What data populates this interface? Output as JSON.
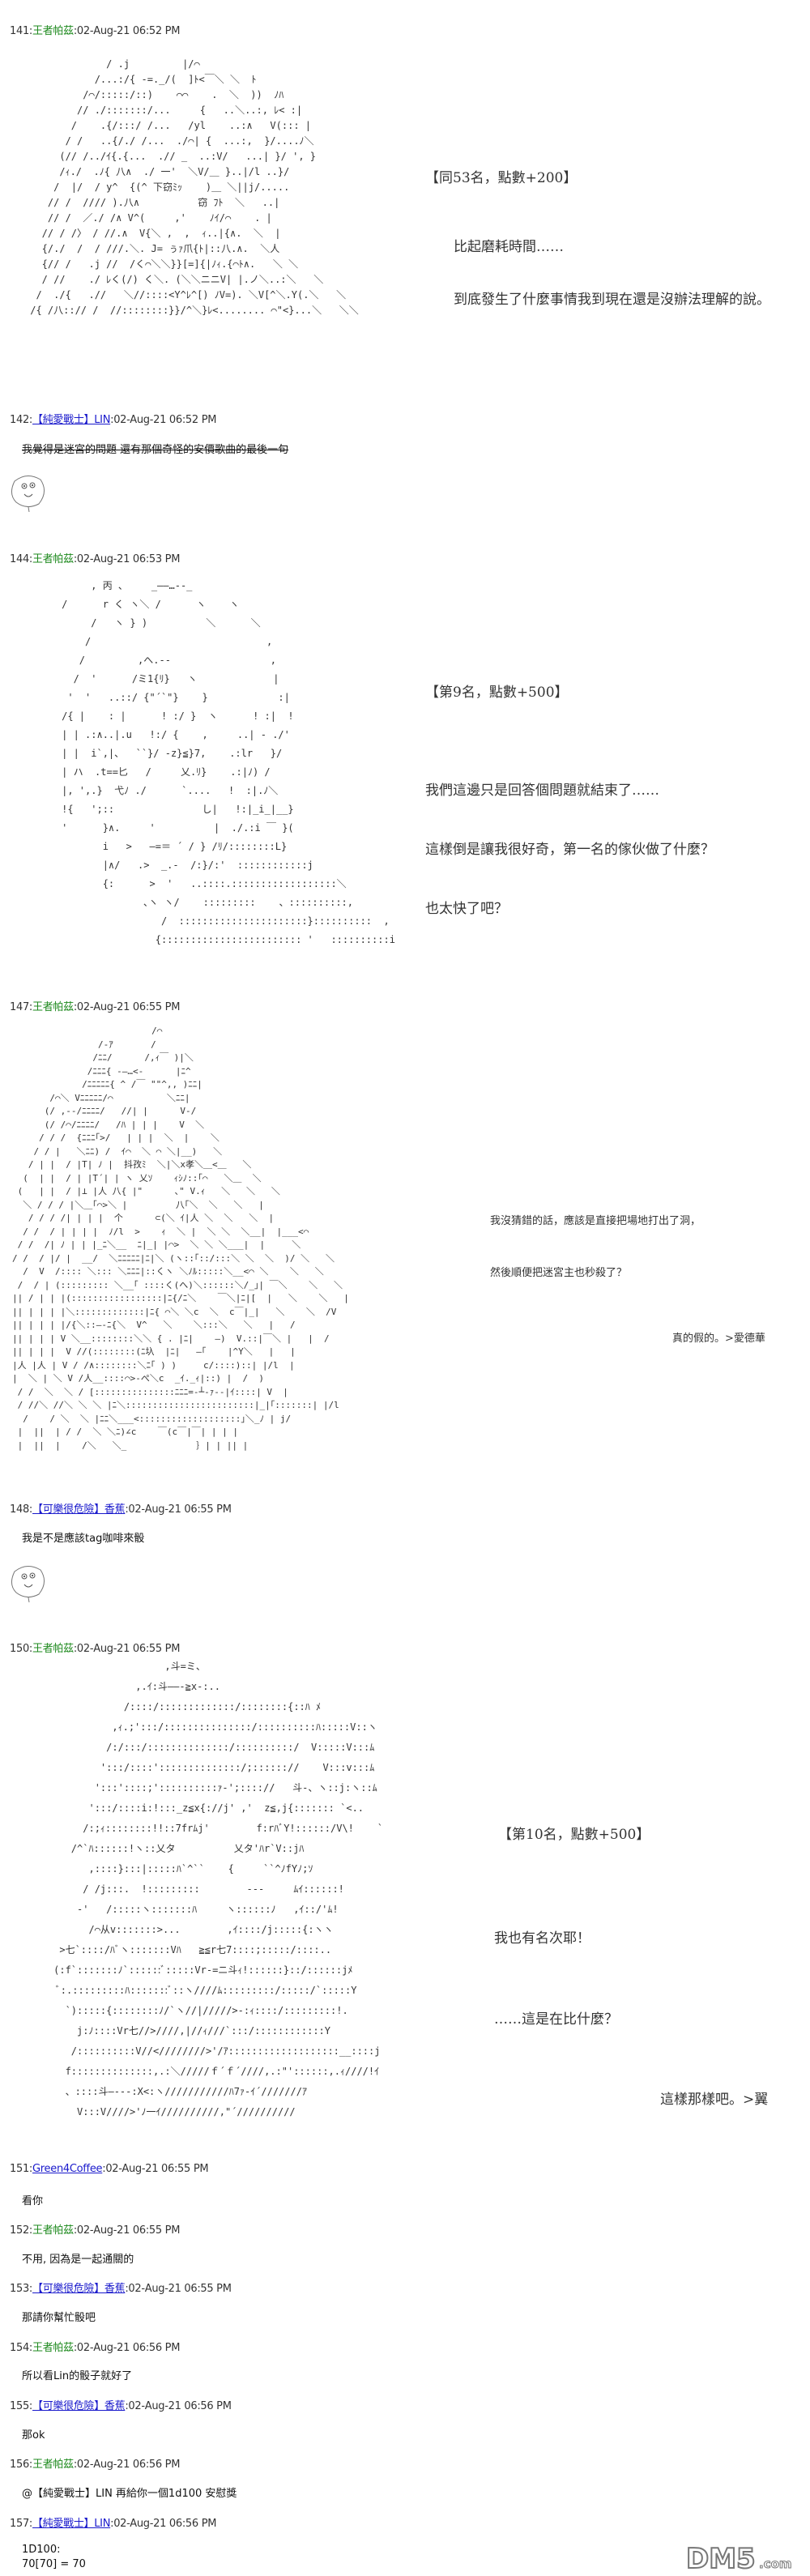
{
  "posts": [
    {
      "num": "141",
      "sep": ":",
      "author": "王者帕茲",
      "author_style": "green",
      "time": ":02-Aug-21 06:52 PM",
      "art": [
        "              / .j         |/⌒",
        "            /...:/{ -=._/(  ]ﾄ<￣＼ ＼  ﾄ",
        "          /⌒/:::::/::)    ⌒⌒    .  ＼  ))  ﾉﾊ",
        "         // ./:::::::/...     {   ..＼..:, ﾚ< :|",
        "        /    .{/:::/ /...   /yl    ..:∧   V(::: |",
        "       / /   ..{/./ /...  ./⌒| {  ...:,  }/....ﾉ＼",
        "      (// /../ｲ{.{...  .// _  ..:V/   ...| }/ ', }",
        "      /ｨ./  .ﾉ{ 八∧  ./ 一'  ＼V/＿ }..|/l ..}/",
        "     /  |/  / y^  {(^ 下窃ﾐｯ    )＿ ＼||j/.....",
        "    // /  //// ).八∧          窃 ﾌﾄ  ＼   ..|",
        "    // /  ／./ /∧ V^(     ,'    ﾉｲ/⌒    . |",
        "   // / /〉 / //.∧  V{＼ ,  ,  ｨ..|{∧.  ＼  |",
        "   {/./  /  / ///.＼. J= ぅｧ爪{ﾄ|::八.∧.  ＼人",
        "   {// /   .j //  /く⌒＼＼}}[=]{|ﾉｨ.{⌒ﾄ∧.   ＼ ＼",
        "   / //    ./ ﾚく(/) く＼. (＼＼ニニV| |.ノ＼..:＼   ＼",
        "  /  ./{   .//   ＼//::::<Y^ﾚ^[) ﾉV=). ＼V[^＼.Y(.＼   ＼",
        " /{ /八::// /  //::::::::}}/^＼}ﾚ<........ ⌒\"<}...＼   ＼＼"
      ],
      "side": [
        "【同53名，點數+200】",
        "比起磨耗時間……",
        "到底發生了什麼事情我到現在還是沒辦法理解的說。"
      ]
    },
    {
      "num": "142",
      "sep": ":",
      "author": "【純愛戰士】LIN",
      "author_style": "link",
      "time": ":02-Aug-21 06:52 PM",
      "text": "我覺得是迷宮的問題 還有那個奇怪的安價歌曲的最後一句"
    },
    {
      "num": "144",
      "sep": ":",
      "author": "王者帕茲",
      "author_style": "green",
      "time": ":02-Aug-21 06:53 PM",
      "art": [
        "          , 丙 、    _――…--_",
        "     /      r く ヽ＼ /      ヽ    ヽ",
        "          /   ヽ } )          ＼      ＼",
        "         /                              ,",
        "        /         ,へ.--                 ,",
        "       /  '      /ミ1{ﾘ}   ヽ             |",
        "      '  '   ..::/ {\"´`\"}    }            :|",
        "     /{ |    : |      ! :/ }  ヽ      ! :|  !",
        "     | | .:∧..|.u   !:/ {    ,     ..| - ./'",
        "     | |  i`,|、  ``}/ -z}≦}7,    .:lr   }/",
        "     | ハ  .t==匕   /     乂.ﾘ}    .:|ﾉ) /",
        "     |, ',.}  弋ﾉ ./      `....   !  :|.ﾉ＼",
        "     !{   ';::               し|   !:|_i_|__}",
        "     '      }∧.     '          |  ./.:i ￣ }(",
        "            i   >   ―=＝ ´ / } /ﾘ/::::::::L}",
        "            |∧/   .>  _.-  /:}/:'  ::::::::::::j",
        "            {:      >  '   ..::::.::::::::::::::::::＼",
        "                   ､ヽ ヽ/    :::::::::    、::::::::::,",
        "                      /  ::::::::::::::::::::::}::::::::::  ,",
        "                     {:::::::::::::::::::::::: '   ::::::::::i"
      ],
      "side": [
        "【第9名，點數+500】",
        "我們這邊只是回答個問題就結束了……",
        "這樣倒是讓我很好奇，第一名的傢伙做了什麼？",
        "也太快了吧？"
      ]
    },
    {
      "num": "147",
      "sep": ":",
      "author": "王者帕茲",
      "author_style": "green",
      "time": ":02-Aug-21 06:55 PM",
      "art": [
        "                          /⌒",
        "                /-ｱ       /",
        "               /ﾆﾆ/      /,ｨ￣ )|＼",
        "              /ﾆﾆﾆ{ -―…<-      |ﾆ^",
        "             /ﾆﾆﾆﾆﾆ{ ^ /￣ \"\"^,, )ﾆﾆ|",
        "       /⌒＼ Vﾆﾆﾆﾆﾆ/⌒          ＼ﾆﾆ|",
        "      (/ ,-‐/ﾆﾆﾆﾆ/   //| |      V-/",
        "      (/ /⌒/ﾆﾆﾆﾆ/   /ﾊ | | |    V  ＼",
        "     / / /  {ﾆﾆﾆ｢>/   | | |  ＼  |    ＼",
        "    / / |   ＼ﾆﾆ) /  ｲ⌒  ＼ ⌒ ＼|__)   ＼",
        "   / | |  / |T| ﾉ |  抖孜ﾐ  ＼|＼x孝＼＿<＿   ＼",
        "  (  | |  / | |T´| | ヽ 乂ｿ    ｨｼﾉ::｢⌒   ＼＿  ＼",
        " (   | |  / |⊥ |人 八{ |\"      ､\" V.ｨ   ＼   ＼   ＼",
        "  ＼ / / / |＼＿｢⌒>＼ |         八｢＼  ＼   ＼   |",
        "   / / / /| | | |  个      ⊂(＼ ｲ|人 ＼  ＼   ＼  |",
        "  / /  / | | | |  ﾉ/l  >    ｨ  ＼ |  ＼ ＼  ＼__|  |___<⌒",
        " / /  /| ﾉ | | |_ﾆ＼__  ﾆ|_| |⌒>  ＼ ＼ ＼___|  |     ＼",
        "/ /  / |/ |  __/  ＼ﾆﾆﾆﾆﾆ|ﾆ|＼ (ヽ::｢::/:::＼ ＼  ＼  )/ ＼   ＼",
        "  /  V  /:::: ＼::: ＼ﾆﾆﾆ|::くヽ ＼ﾉﾙ:::::＼__<⌒ ＼    ＼   ＼",
        " /  / | (::::::::: ＼__｢ ::::く(へ)＼::::::＼/_｣| ￣＼    ＼   ＼",
        "|| / | | |(:::::::::::::::::|ﾆ{/ﾆ＼    ￣＼|ﾆ|[  |   ＼    ＼   |",
        "|| | | | |＼:::::::::::::|ﾆ{ ⌒＼ ＼c  ＼  c￣|_|   ＼    ＼  /V",
        "|| | | | |/{＼::―‐ﾆ{＼  V^   ＼    ＼:::＼   ＼   |   /",
        "|| | | | V ＼__::::::::＼＼ { . |ﾆ|    ―)  V.::|￣＼ |   |  /",
        "|| | | |  V //(::::::::(ﾆ圦  |ﾆ|   ―｢    |^Y＼   |   |",
        "|人 |人 | V / /∧::::::::＼ﾆ｢ ) )     c/::::)::| |/l  |",
        "|  ＼ | ＼ V /人__::::⌒>-ぺ＼c  _ｲ._ｨ|::) |  /  )",
        " / /  ＼  ＼ / [:::::::::::::::ﾆﾆﾆ=-┴-ｧ-‐|ｲ::::| V  |",
        " / //＼ //＼ ＼ ＼ |ﾆ＼::::::::::::::::::::::::|_|｢:::::::| |/l",
        "  /    / ＼  ＼ |ﾆﾆ＼___<:::::::::::::::::::｣＼_ﾉ | j/",
        " |  ||  | / /  ＼ ＼ﾆ)∠c    ￣(c￣|￣| | | |",
        " |  ||  |    /＼   ＼_             ｝| | || |"
      ],
      "side": [
        "我沒猜錯的話，應該是直接把場地打出了洞，",
        "然後順便把迷宮主也秒殺了？",
        "真的假的。>愛德華"
      ]
    },
    {
      "num": "148",
      "sep": ":",
      "author": "【可樂很危險】香蕉",
      "author_style": "link",
      "time": ":02-Aug-21 06:55 PM",
      "text": "我是不是應該tag咖啡來骰"
    },
    {
      "num": "150",
      "sep": ":",
      "author": "王者帕茲",
      "author_style": "green",
      "time": ":02-Aug-21 06:55 PM",
      "art": [
        "                        ,斗=ミ、",
        "                   ,.ｲ:斗――-≧x-:..",
        "                 /::::/:::::::::::::/::::::::{::ﾊ ﾒ",
        "               ,ｨ.;':::/:::::::::::::::/::::::::::ﾊ:::::V::ヽ",
        "              /:/:::/::::::::::::::/::::::::::/  V:::::V:::ﾑ",
        "             ':::/::::'::::::::::::::/;:::::://    V:::v:::ﾑ",
        "            ':::'::::;'::::::::::ｧ-';:::://   斗-、ヽ::j:ヽ::ﾑ",
        "           ':::/::::i:!:::_z≦x{://j' ,'  z≦,j{::::::: `<..",
        "          /:;ｨ::::::::!!::7frﾑj'        f:rﾊﾞY!::::::/V\\!    `",
        "        /^`ﾊ::::::!ヽ::乂タ          乂タ'ﾊr`V::jﾊ",
        "           ,::::}:::|:::::ﾊ`^``    {     ``^ﾉfYﾉ;ｿ",
        "          / /j:::.  !:::::::::        ---     ﾑｲ::::::!",
        "         -'   /:::::ヽ:::::::ﾊ     ヽ::::::ﾉ   ,ｲ::/'ﾑ!",
        "           /⌒从v:::::::>...        ,ｲ::::/j:::::{:ヽヽ",
        "      >七`::::/ﾊﾞヽ:::::::Vﾊ   ≧≦r七7::::;:::::/::::..",
        "     (:f`:::::::ﾉ`::::::ﾞ:::::Vr-=ニ斗ｨ!::::::}::/::::::jﾒ",
        "      ﾞ:.:::::::::ﾊ:::::::ﾞ::ヽ////ﾑ:::::::::/:::::/`:::::Y",
        "       `):::::{::::::::ﾉ/`ヽ//|/////>-:ｨ::::/:::::::::!.",
        "         j:ﾉ::::Vr七//>////,|//ｨ///`:::/::::::::::::Y",
        "        /::::::::::V//<////////>'/ｱ:::::::::::::::::::__::::j",
        "       f::::::::::::::,.:＼/////ｆ´ｆ´////,.:\"'::::::,.ｨ////!ｲ",
        "       、::::斗―---:X<:ヽ///////////ﾊ7ｧ-ｲ´///////ｱ",
        "         V:::V////>'ﾉ一ｲ//////////,\"´//////////"
      ],
      "side": [
        "【第10名，點數+500】",
        "我也有名次耶！",
        "……這是在比什麼？",
        "這樣那樣吧。>翼"
      ]
    },
    {
      "num": "151",
      "sep": ":",
      "author": "Green4Coffee",
      "author_style": "link",
      "time": ":02-Aug-21 06:55 PM",
      "text": "看你"
    },
    {
      "num": "152",
      "sep": ":",
      "author": "王者帕茲",
      "author_style": "green",
      "time": ":02-Aug-21 06:55 PM",
      "text": "不用, 因為是一起通關的"
    },
    {
      "num": "153",
      "sep": ":",
      "author": "【可樂很危險】香蕉",
      "author_style": "link",
      "time": ":02-Aug-21 06:55 PM",
      "text": "那請你幫忙骰吧"
    },
    {
      "num": "154",
      "sep": ":",
      "author": "王者帕茲",
      "author_style": "green",
      "time": ":02-Aug-21 06:56 PM",
      "text": "所以看Lin的骰子就好了"
    },
    {
      "num": "155",
      "sep": ":",
      "author": "【可樂很危險】香蕉",
      "author_style": "link",
      "time": ":02-Aug-21 06:56 PM",
      "text": "那ok"
    },
    {
      "num": "156",
      "sep": ":",
      "author": "王者帕茲",
      "author_style": "green",
      "time": ":02-Aug-21 06:56 PM",
      "text": "@【純愛戰士】LIN 再給你一個1d100 安慰獎"
    },
    {
      "num": "157",
      "sep": ":",
      "author": "【純愛戰士】LIN",
      "author_style": "link",
      "time": ":02-Aug-21 06:56 PM",
      "text": "1D100:\n70[70] = 70"
    }
  ],
  "watermark": "DM5.com",
  "icons": {
    "face": "doodle-face-icon",
    "logo": "dm5-logo"
  }
}
